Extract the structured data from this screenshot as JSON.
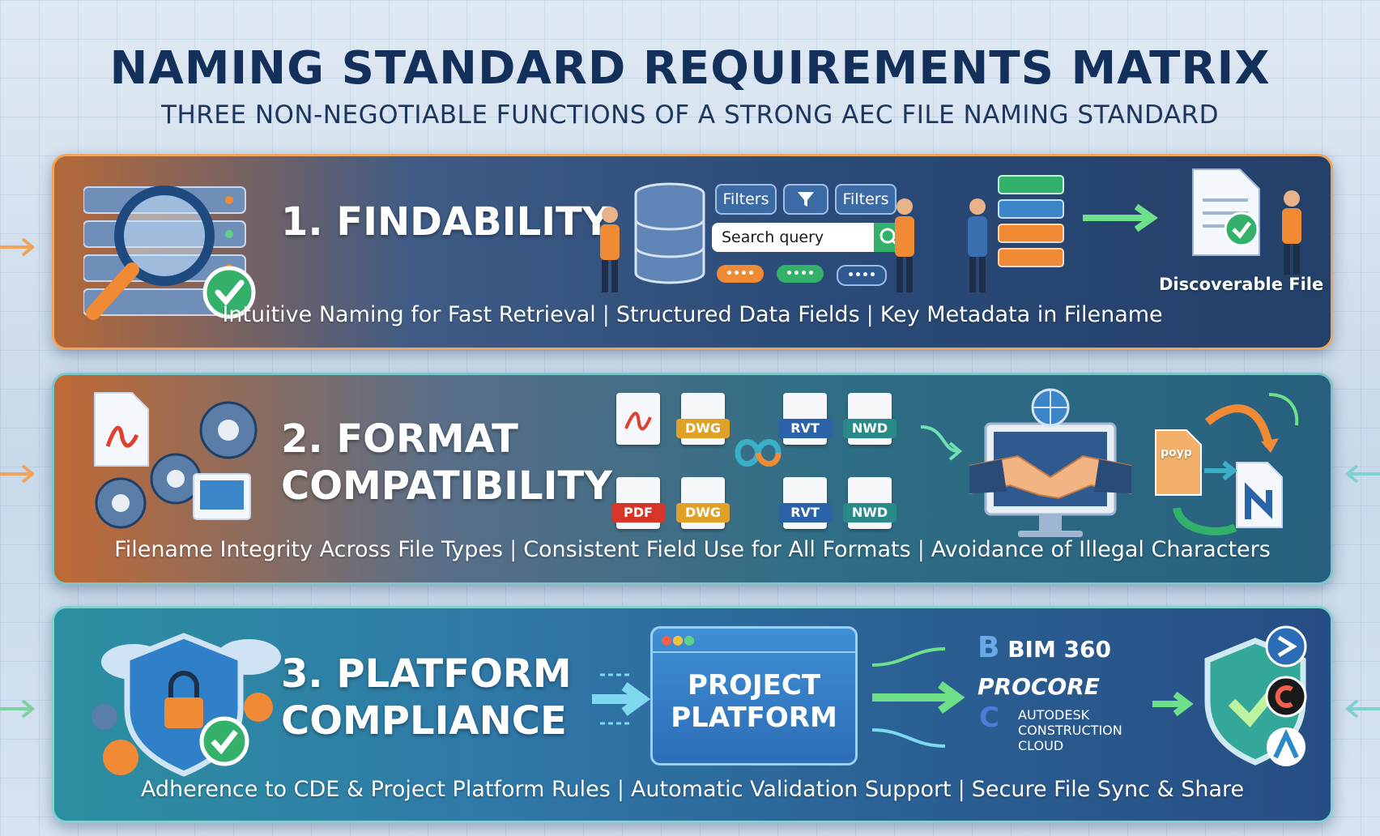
{
  "header": {
    "title": "NAMING STANDARD REQUIREMENTS MATRIX",
    "subtitle": "THREE NON-NEGOTIABLE FUNCTIONS OF A STRONG AEC FILE NAMING STANDARD"
  },
  "panels": [
    {
      "title": "1. FINDABILITY",
      "features": [
        "Intuitive Naming for Fast Retrieval",
        "Structured Data Fields",
        "Key Metadata in Filename"
      ],
      "filters": [
        "Filters",
        "Filters"
      ],
      "search_text": "Search query",
      "result_label": "Discoverable File"
    },
    {
      "title_line1": "2. FORMAT",
      "title_line2": "COMPATIBILITY",
      "features": [
        "Filename Integrity Across File Types",
        "Consistent Field Use for All Formats",
        "Avoidance of Illegal Characters"
      ],
      "file_tags": [
        "DWG",
        "RVT",
        "NWD",
        "PDF",
        "DWG",
        "RVT",
        "NWD"
      ],
      "shuffle_file_tag": "poyp"
    },
    {
      "title_line1": "3. PLATFORM",
      "title_line2": "COMPLIANCE",
      "features": [
        "Adherence to CDE & Project Platform Rules",
        "Automatic Validation Support",
        "Secure File Sync & Share"
      ],
      "platform_line1": "PROJECT",
      "platform_line2": "PLATFORM",
      "platforms": [
        "BIM 360",
        "PROCORE",
        "AUTODESK",
        "CONSTRUCTION",
        "CLOUD"
      ]
    }
  ],
  "colors": {
    "title": "#13305b",
    "accent_orange": "#f08a35",
    "accent_green": "#33b06a",
    "accent_blue": "#2c6db7"
  }
}
